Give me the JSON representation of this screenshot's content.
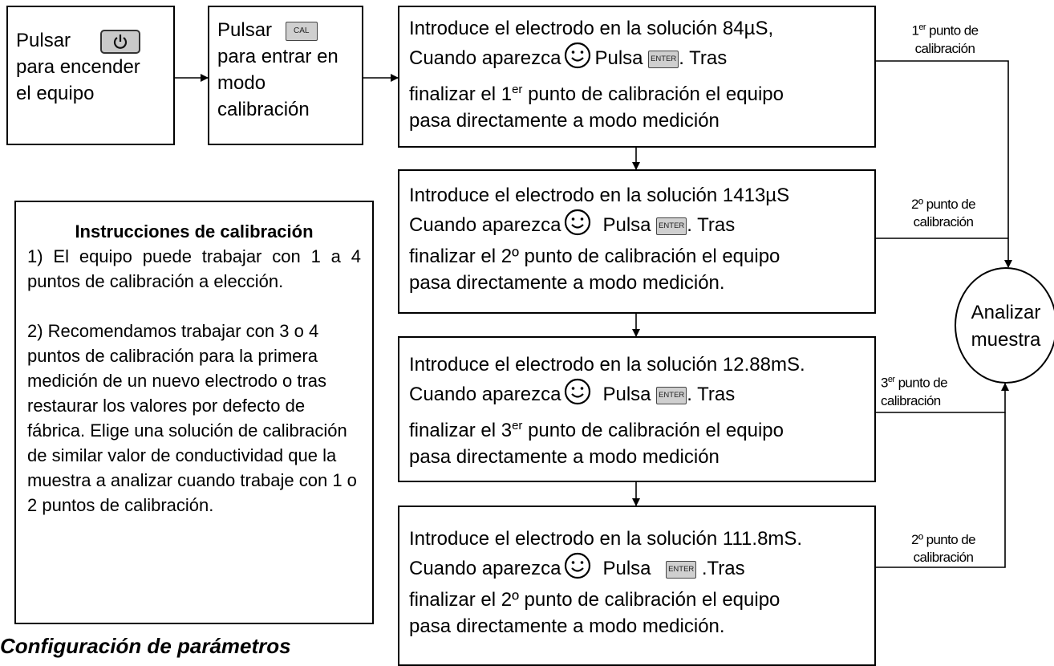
{
  "step1": {
    "pre": "Pulsar",
    "line2": "para encender",
    "line3": "el equipo"
  },
  "step2": {
    "pre": "Pulsar",
    "cal_label": "CAL",
    "line2": "para entrar en",
    "line3": "modo",
    "line4": "calibración"
  },
  "enter_label": "ENTER",
  "cal_boxes": [
    {
      "l1": "Introduce el electrodo en la solución 84µS,",
      "l2a": "Cuando aparezca",
      "l2b": "Pulsa",
      "l2c": ". Tras",
      "l3a": "finalizar el 1",
      "l3sup": "er",
      "l3b": " punto de calibración el equipo",
      "l4": "pasa directamente a modo medición"
    },
    {
      "l1": "Introduce el electrodo en la solución 1413µS",
      "l2a": "Cuando aparezca",
      "l2b": "Pulsa",
      "l2c": ". Tras",
      "l3": "finalizar el 2º punto de calibración el equipo",
      "l4": "pasa directamente a modo medición."
    },
    {
      "l1": "Introduce el electrodo en la solución 12.88mS.",
      "l2a": "Cuando aparezca",
      "l2b": "Pulsa",
      "l2c": ". Tras",
      "l3a": "finalizar el 3",
      "l3sup": "er",
      "l3b": " punto de calibración el equipo",
      "l4": "pasa directamente a modo medición"
    },
    {
      "l1": "Introduce el electrodo en la solución 111.8mS.",
      "l2a": "Cuando aparezca",
      "l2b": "Pulsa",
      "l2c": " .Tras",
      "l3": "finalizar el 2º punto de calibración el equipo",
      "l4": "pasa directamente a modo medición."
    }
  ],
  "edge_labels": [
    {
      "num": "1",
      "sup": "er",
      "rest": " punto de",
      "line2": "calibración"
    },
    {
      "num": "2º punto  de",
      "line2": "calibración"
    },
    {
      "num": "3",
      "sup": "er",
      "rest": " punto de",
      "line2": "calibración"
    },
    {
      "num": "2º punto  de",
      "line2": "calibración"
    }
  ],
  "analyze": {
    "line1": "Analizar",
    "line2": "muestra"
  },
  "instructions": {
    "title": "Instrucciones de calibración",
    "p1": "1) El equipo puede trabajar con 1 a 4 puntos de calibración a elección.",
    "p2": "2) Recomendamos trabajar con 3 o 4 puntos de calibración para la primera medición de un nuevo electrodo o tras restaurar los valores por defecto de fábrica. Elige una solución de calibración de similar valor de conductividad que la muestra a analizar cuando trabaje con 1 o 2 puntos de calibración."
  },
  "bottom_title": "Configuración de parámetros"
}
